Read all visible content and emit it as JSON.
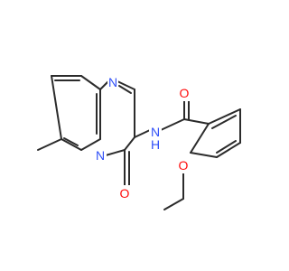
{
  "atoms": {
    "n_ring_top": {
      "text": "N",
      "color": "#3050f8"
    },
    "n_ring_fused": {
      "text": "N",
      "color": "#3050f8"
    },
    "nh_amide": {
      "text": "N",
      "color": "#3050f8"
    },
    "h_amide": {
      "text": "H",
      "color": "#3050f8"
    },
    "o_carbonyl_ring": {
      "text": "O",
      "color": "#ff0d0d"
    },
    "o_carbonyl_amide": {
      "text": "O",
      "color": "#ff0d0d"
    },
    "o_methoxy": {
      "text": "O",
      "color": "#ff0d0d"
    }
  }
}
